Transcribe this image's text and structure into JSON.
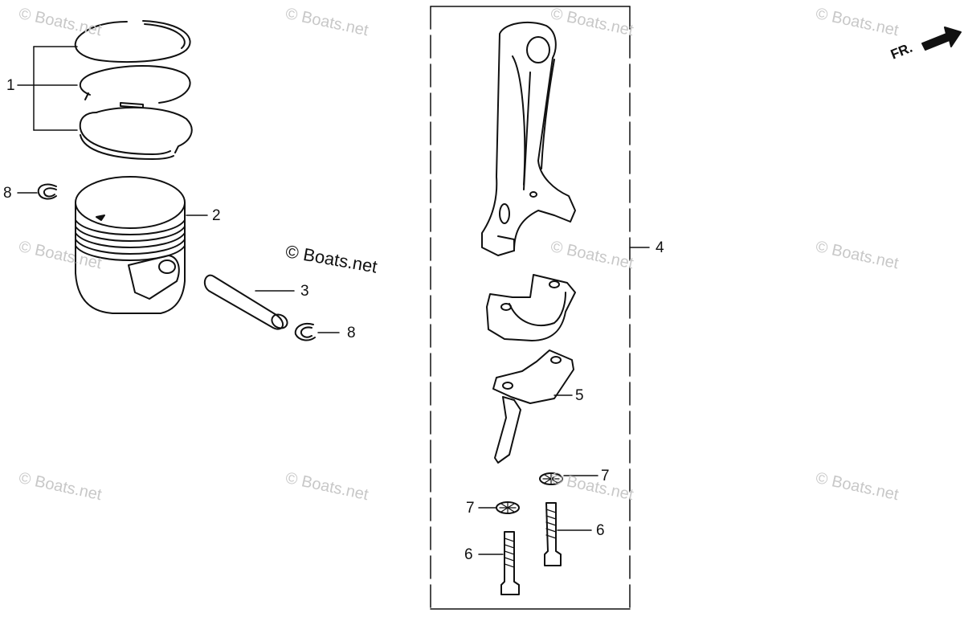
{
  "watermark": "© Boats.net",
  "main_watermark": "© Boats.net",
  "orientation": {
    "label": "FR.",
    "icon": "front-arrow-icon"
  },
  "callouts": [
    {
      "id": "c1",
      "text": "1"
    },
    {
      "id": "c2",
      "text": "2"
    },
    {
      "id": "c3",
      "text": "3"
    },
    {
      "id": "c4",
      "text": "4"
    },
    {
      "id": "c5",
      "text": "5"
    },
    {
      "id": "c6a",
      "text": "6"
    },
    {
      "id": "c6b",
      "text": "6"
    },
    {
      "id": "c7a",
      "text": "7"
    },
    {
      "id": "c7b",
      "text": "7"
    },
    {
      "id": "c8a",
      "text": "8"
    },
    {
      "id": "c8b",
      "text": "8"
    }
  ]
}
